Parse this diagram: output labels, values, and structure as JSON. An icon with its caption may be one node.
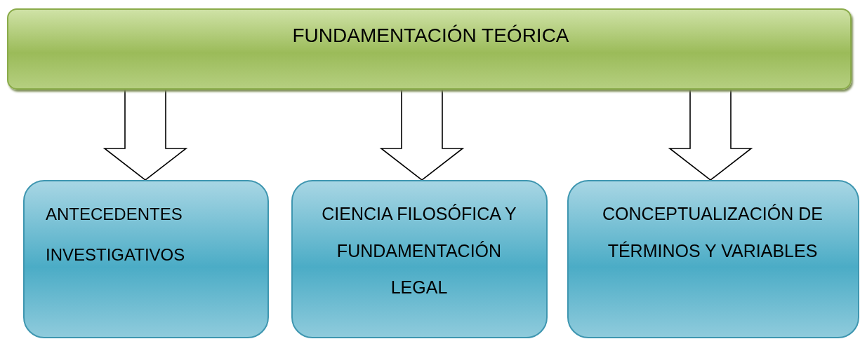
{
  "diagram": {
    "nodes": [
      {
        "text": [
          "FUNDAMENTACIÓN TEÓRICA"
        ]
      },
      {
        "text": [
          "ANTECEDENTES INVESTIGATIVOS"
        ]
      },
      {
        "text": [
          "CIENCIA FILOSÓFICA Y FUNDAMENTACIÓN LEGAL"
        ]
      },
      {
        "text": [
          "CONCEPTUALIZACIÓN DE TÉRMINOS Y VARIABLES"
        ]
      }
    ],
    "edges": [
      {
        "from": 0,
        "to": 1,
        "arrow": "to",
        "style": "thick"
      },
      {
        "from": 0,
        "to": 2,
        "arrow": "to",
        "style": "thick"
      },
      {
        "from": 0,
        "to": 3,
        "arrow": "to",
        "style": "thick"
      }
    ]
  }
}
